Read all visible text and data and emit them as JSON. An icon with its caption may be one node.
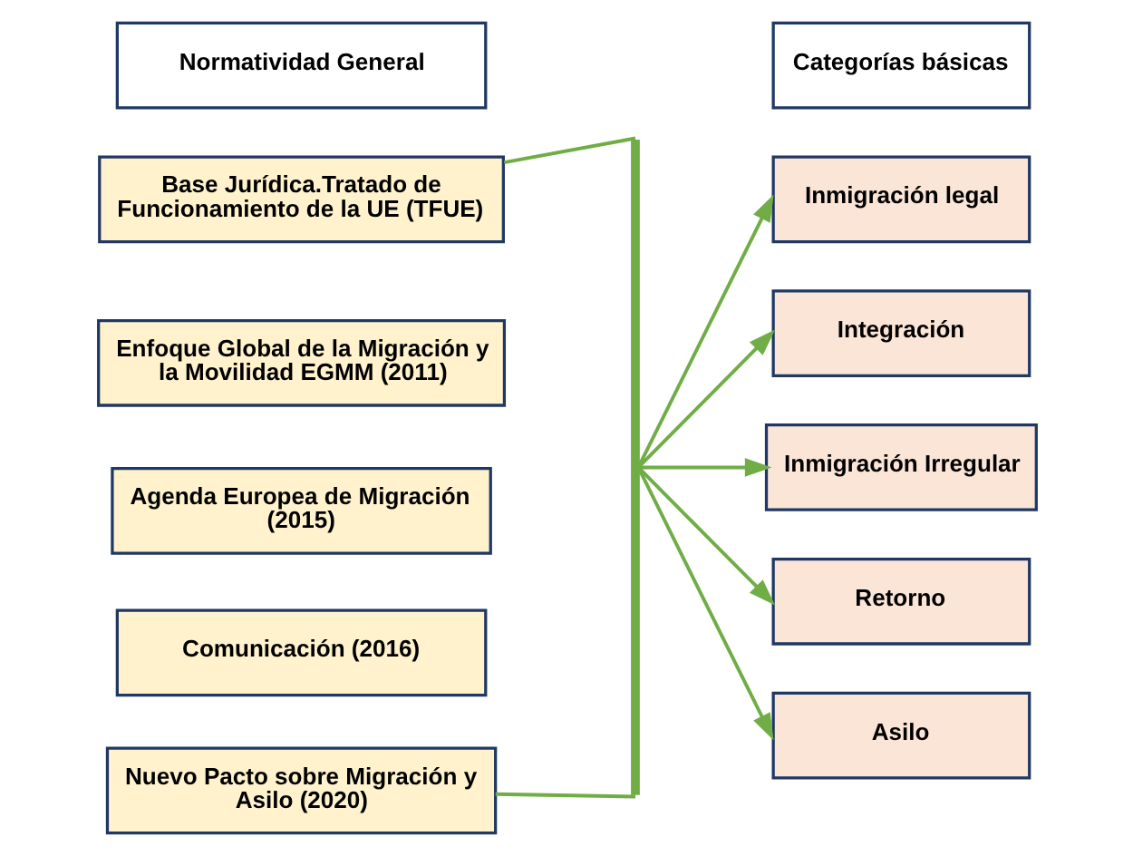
{
  "diagram": {
    "nodes": [
      {
        "text": [
          "Normatividad General"
        ]
      },
      {
        "text": [
          "Base Jurídica.Tratado de Funcionamiento de la UE (TFUE)"
        ]
      },
      {
        "text": [
          "Enfoque Global de la Migración y la Movilidad EGMM (2011)"
        ]
      },
      {
        "text": [
          "Agenda Europea de Migración (2015)"
        ]
      },
      {
        "text": [
          "Comunicación (2016)"
        ]
      },
      {
        "text": [
          "Nuevo Pacto sobre Migración y Asilo (2020)"
        ]
      },
      {
        "text": [
          "Categorías básicas"
        ]
      },
      {
        "text": [
          "Inmigración legal"
        ]
      },
      {
        "text": [
          "Integración"
        ]
      },
      {
        "text": [
          "Inmigración Irregular"
        ]
      },
      {
        "text": [
          "Retorno"
        ]
      },
      {
        "text": [
          "Asilo"
        ]
      },
      {
        "text": [],
        "shape": "bar"
      }
    ],
    "edges": [
      {
        "from": 1,
        "to": 12,
        "arrow": "none"
      },
      {
        "from": 5,
        "to": 12,
        "arrow": "none"
      },
      {
        "from": 12,
        "to": 7,
        "arrow": "to"
      },
      {
        "from": 12,
        "to": 8,
        "arrow": "to"
      },
      {
        "from": 12,
        "to": 9,
        "arrow": "to"
      },
      {
        "from": 12,
        "to": 10,
        "arrow": "to"
      },
      {
        "from": 12,
        "to": 11,
        "arrow": "to"
      }
    ]
  }
}
